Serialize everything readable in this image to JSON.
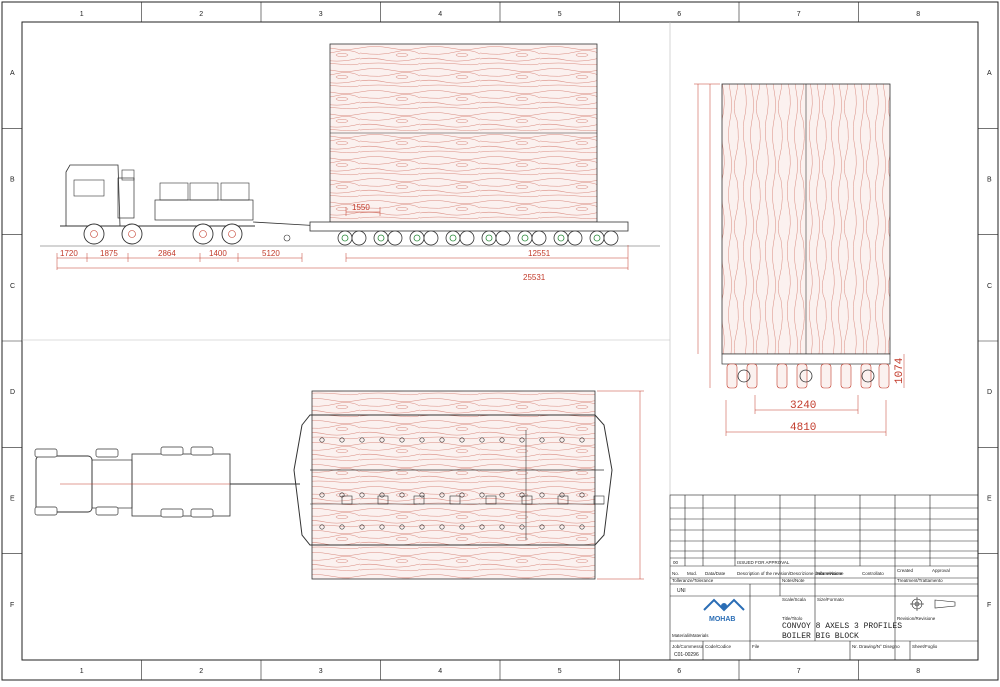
{
  "sheet": {
    "columns": [
      "1",
      "2",
      "3",
      "4",
      "5",
      "6",
      "7",
      "8"
    ],
    "rows": [
      "A",
      "B",
      "C",
      "D",
      "E",
      "F"
    ]
  },
  "side_view_dims": {
    "d1720": "1720",
    "d1875": "1875",
    "d2864": "2864",
    "d1400": "1400",
    "d5120": "5120",
    "d1550": "1550",
    "d12551": "12551",
    "d25531": "25531"
  },
  "end_view_dims": {
    "d3240": "3240",
    "d4810": "4810",
    "d1074": "1074"
  },
  "title_block": {
    "revision_no": "00",
    "issued": "ISSUED FOR APPROVAL",
    "col_no": "No.",
    "col_mod": "Mod.",
    "col_date": "Data/Date",
    "col_description": "Description of the revision/Descrizione della revisione",
    "col_name": "Nome/Name",
    "col_controlled": "Controllato",
    "col_created": "Created",
    "col_approval": "Approval",
    "tolerance_label": "Tolleranze/Tolerance",
    "tolerance_value": "UNI",
    "notes_label": "Notes/Note",
    "treatment_label": "Treatment/Trattamento",
    "scale_label": "Scale/Scala",
    "size_label": "Size/Formato",
    "title_label": "Title/Titolo",
    "revision_label": "Revision/Revisione",
    "material_label": "Materiali/Materials",
    "title_line1": "CONVOY 8 AXELS 3 PROFILES",
    "title_line2": "BOILER BIG BLOCK",
    "job_label": "Job/Commessa",
    "job_value": "C01-00296",
    "code_label": "Code/Codice",
    "file_label": "File",
    "drawing_label": "Nr. Drawing/N° Disegno",
    "sheet_label": "Sheet/Foglio",
    "logo_text": "MOHAB"
  }
}
